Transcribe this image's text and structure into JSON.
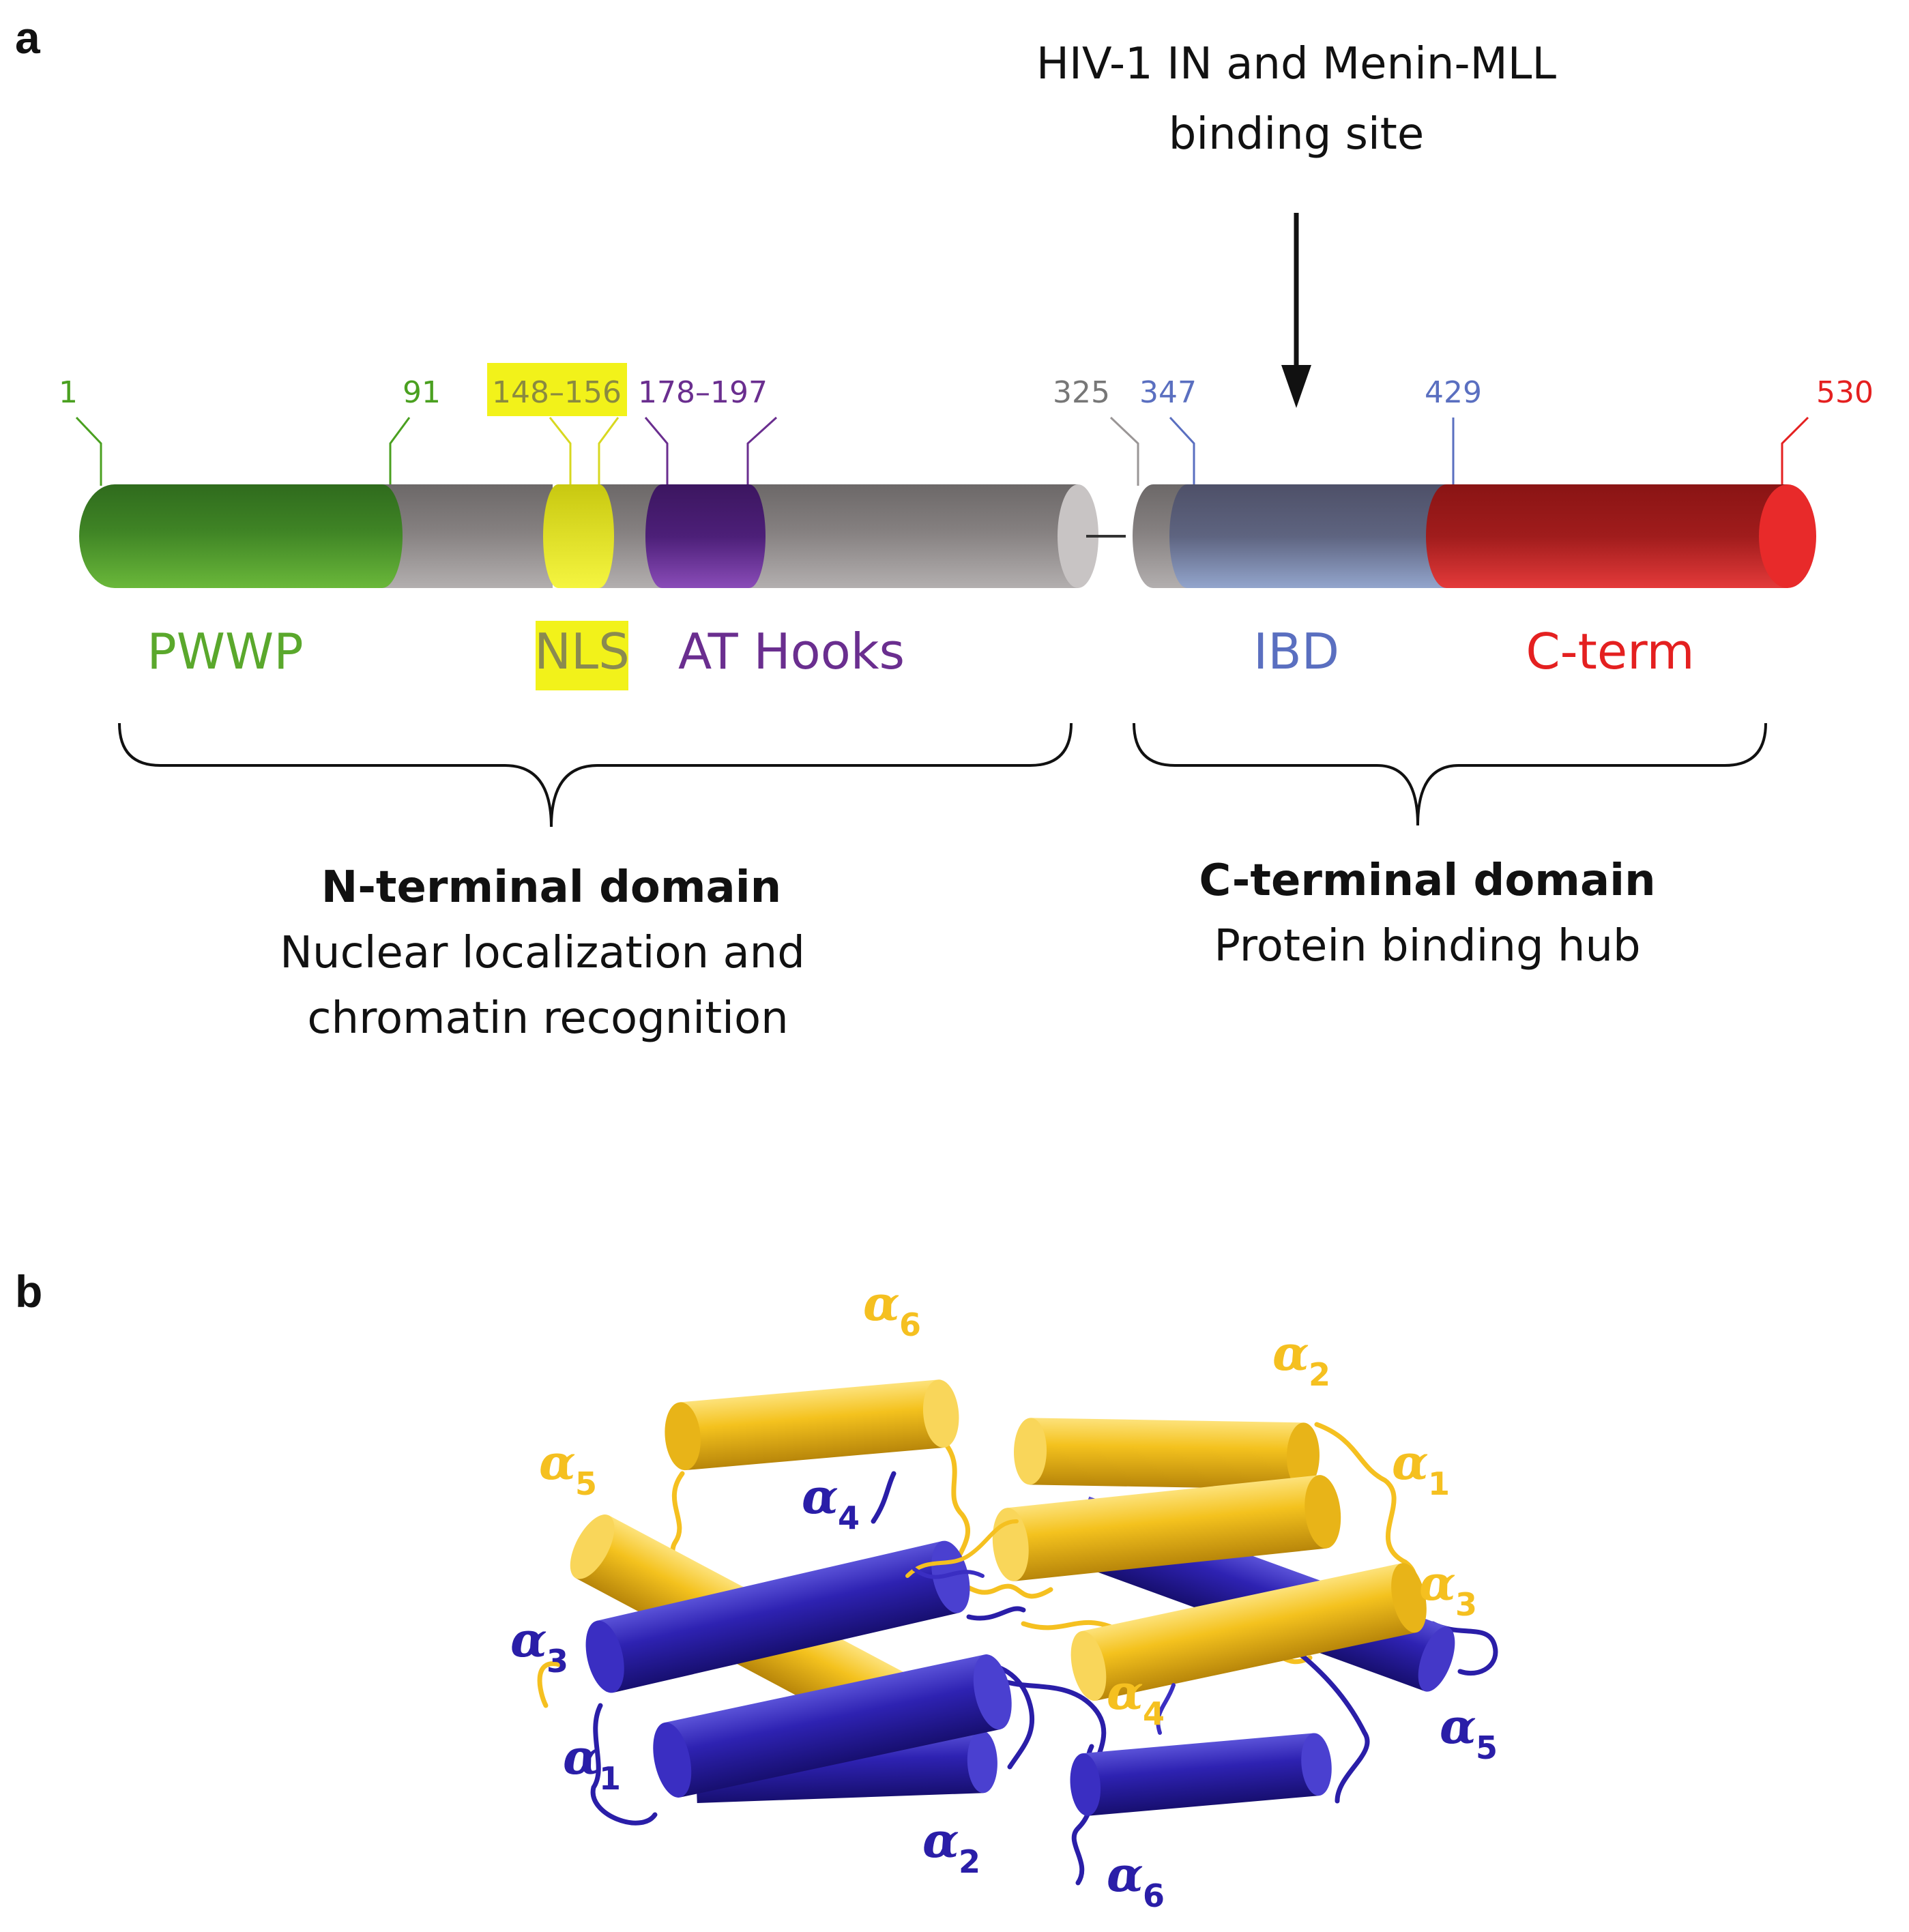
{
  "panels": {
    "a": "a",
    "b": "b"
  },
  "binding_site": {
    "line1": "HIV-1 IN and Menin-MLL",
    "line2": "binding site"
  },
  "positions": {
    "p1": "1",
    "p91": "91",
    "p148_156": "148–156",
    "p178_197": "178–197",
    "p325": "325",
    "p347": "347",
    "p429": "429",
    "p530": "530"
  },
  "domains": {
    "pwwp": "PWWP",
    "nls": "NLS",
    "at_hooks": "AT Hooks",
    "ibd": "IBD",
    "cterm": "C-term"
  },
  "n_terminal": {
    "title": "N-terminal domain",
    "line1": "Nuclear localization and",
    "line2": "chromatin recognition"
  },
  "c_terminal": {
    "title": "C-terminal domain",
    "line1": "Protein binding hub"
  },
  "helices": {
    "yellow": [
      {
        "sym": "α",
        "sub": "6"
      },
      {
        "sym": "α",
        "sub": "2"
      },
      {
        "sym": "α",
        "sub": "5"
      },
      {
        "sym": "α",
        "sub": "1"
      },
      {
        "sym": "α",
        "sub": "3"
      },
      {
        "sym": "α",
        "sub": "4"
      }
    ],
    "blue": [
      {
        "sym": "α",
        "sub": "4"
      },
      {
        "sym": "α",
        "sub": "3"
      },
      {
        "sym": "α",
        "sub": "1"
      },
      {
        "sym": "α",
        "sub": "2"
      },
      {
        "sym": "α",
        "sub": "6"
      },
      {
        "sym": "α",
        "sub": "5"
      }
    ]
  },
  "colors": {
    "pwwp": "#5aa82c",
    "nls": "#f2f21a",
    "at_hooks": "#6a2e8f",
    "linker": "#9a9696",
    "ibd": "#6f80b0",
    "cterm": "#e42020",
    "yellow_chain": "#f5c020",
    "blue_chain": "#2a1ea8",
    "pos_grey": "#777777",
    "pos_blue": "#5a6fc0"
  }
}
